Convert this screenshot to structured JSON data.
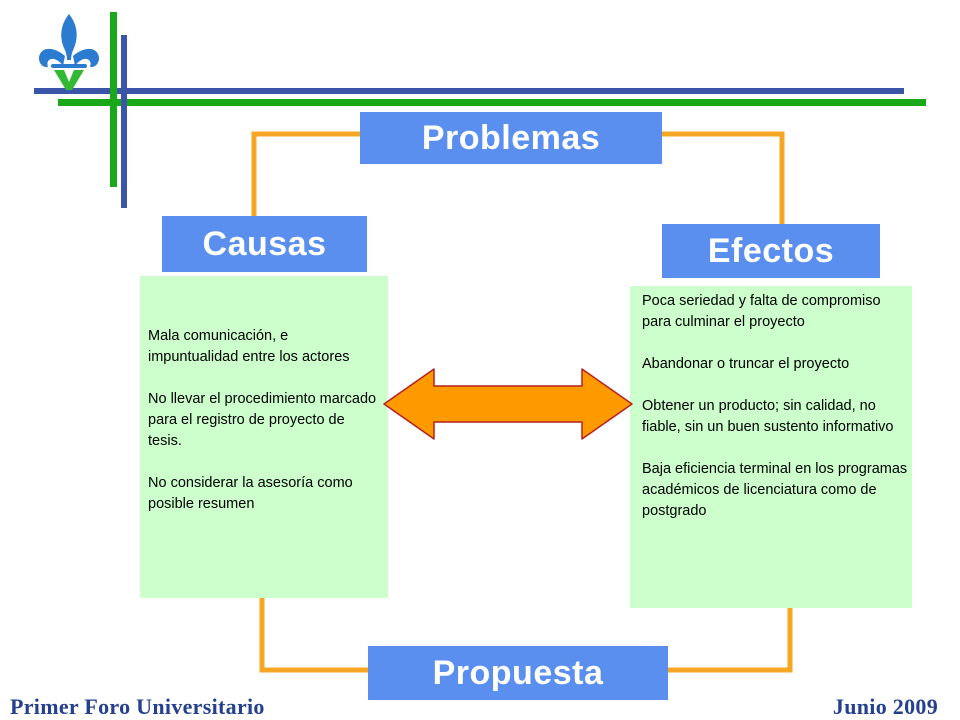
{
  "diagram": {
    "problemas_label": "Problemas",
    "causas_label": "Causas",
    "efectos_label": "Efectos",
    "propuesta_label": "Propuesta",
    "causas_items": [
      "Mala comunicación,  e impuntualidad entre los actores",
      "No  llevar el procedimiento marcado para el registro de proyecto de tesis.",
      "No considerar la asesoría como posible resumen"
    ],
    "efectos_items": [
      "Poca seriedad y falta de compromiso para culminar el proyecto",
      "Abandonar o truncar el proyecto",
      "Obtener un producto; sin calidad, no fiable, sin un buen sustento informativo",
      "Baja eficiencia terminal en los programas académicos de licenciatura como de postgrado"
    ]
  },
  "footer": {
    "left": "Primer Foro Universitario",
    "right": "Junio 2009"
  },
  "colors": {
    "heading_bg": "#5a8ff0",
    "textbox_bg": "#ccffcc",
    "connector": "#f5a623",
    "arrow": "#ff9900",
    "blue_bar": "#3b55a8",
    "green_bar": "#18a818",
    "logo_blue": "#2b7bd0",
    "logo_green": "#33b833"
  },
  "icons": {
    "logo": "fleur-de-lis-v-logo",
    "arrow": "double-headed-arrow"
  }
}
